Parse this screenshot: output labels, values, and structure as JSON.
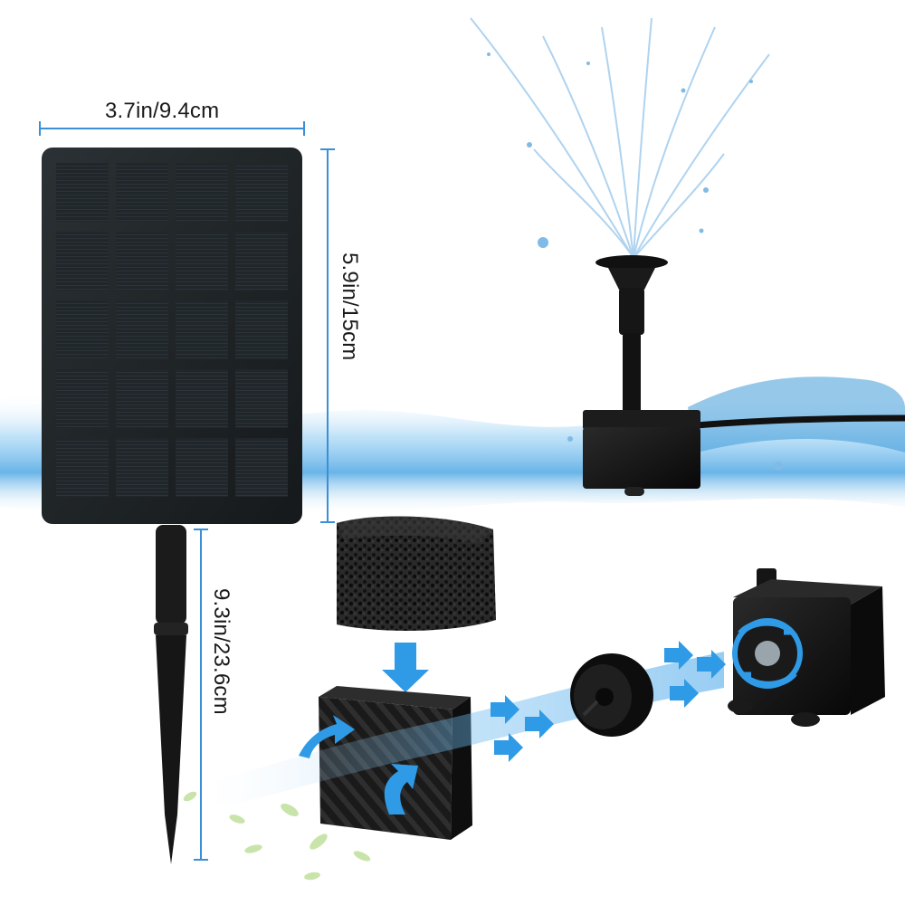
{
  "dimensions": {
    "panel_width": "3.7in/9.4cm",
    "panel_height": "5.9in/15cm",
    "stake_length": "9.3in/23.6cm"
  },
  "colors": {
    "dimension_line": "#3a8fd6",
    "water": "#4ea7e4",
    "panel": "#1f2427",
    "pump_black": "#121212",
    "flow_arrow": "#2f9ae6"
  }
}
